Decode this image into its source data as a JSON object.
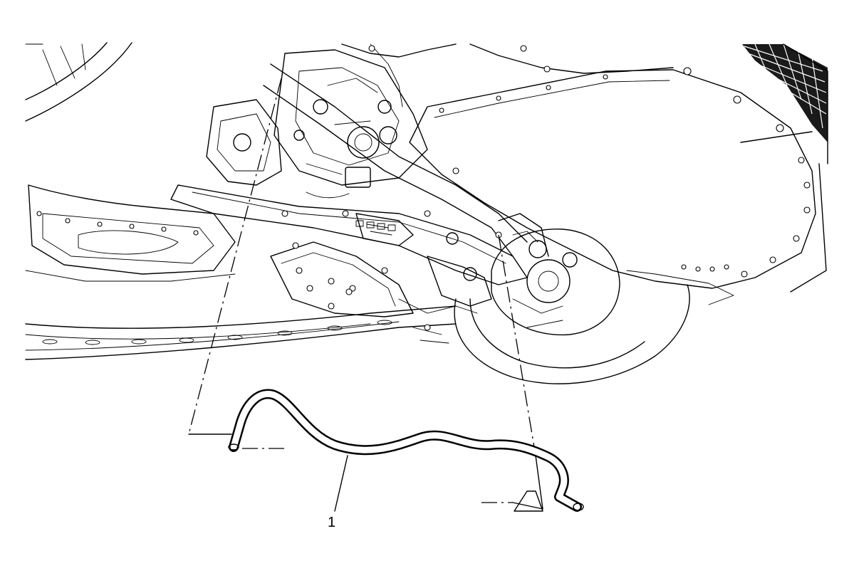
{
  "callouts": [
    {
      "id": "1",
      "label": "1"
    }
  ],
  "parts": {
    "stabilizer_bar": {
      "icon": "stabilizer-bar-icon",
      "callout": "1"
    }
  },
  "colors": {
    "line": "#000000",
    "background": "#ffffff"
  }
}
